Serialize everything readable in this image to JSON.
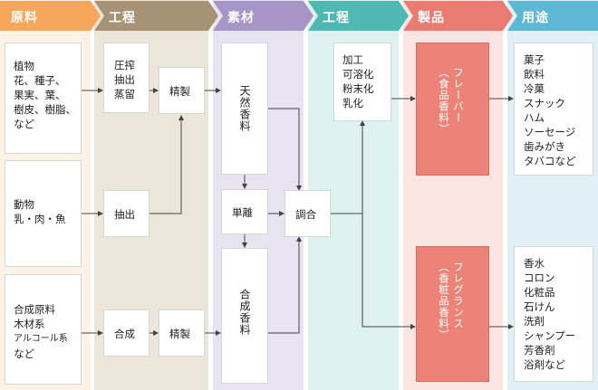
{
  "headers": {
    "raw_materials": "原料",
    "process1": "工程",
    "materials": "素材",
    "process2": "工程",
    "products": "製品",
    "uses": "用途"
  },
  "raw": {
    "plant_title": "植物",
    "plant_detail": "花、種子、\n果実、葉、\n樹皮、樹脂、\nなど",
    "animal_title": "動物",
    "animal_detail": "乳・肉・魚",
    "synthetic_lines": "合成原料\n木材系",
    "synthetic_small": "アルコール系",
    "synthetic_etc": "など"
  },
  "process1": {
    "press": "圧搾\n抽出\n蒸留",
    "refine_top": "精製",
    "extract": "抽出",
    "synthesize": "合成",
    "refine_bottom": "精製"
  },
  "materials": {
    "natural": "天然香料",
    "isolation": "単離",
    "synthetic": "合成香料"
  },
  "process2": {
    "blend": "調合",
    "processing": "加工\n可溶化\n粉末化\n乳化"
  },
  "products": {
    "flavor": "フレーバー\n（食品香料）",
    "fragrance": "フレグランス\n（香粧品香料）"
  },
  "uses": {
    "flavor_uses": "菓子\n飲料\n冷菓\nスナック\nハム\nソーセージ\n歯みがき\nタバコなど",
    "fragrance_uses": "香水\nコロン\n化粧品\n石けん\n洗剤\nシャンプー\n芳香剤\n浴剤など"
  },
  "colors": {
    "raw": "#f6a75b",
    "process1": "#a89276",
    "materials": "#a795c7",
    "process2": "#4fb8b2",
    "products": "#e97b73",
    "uses": "#5db7d5"
  }
}
